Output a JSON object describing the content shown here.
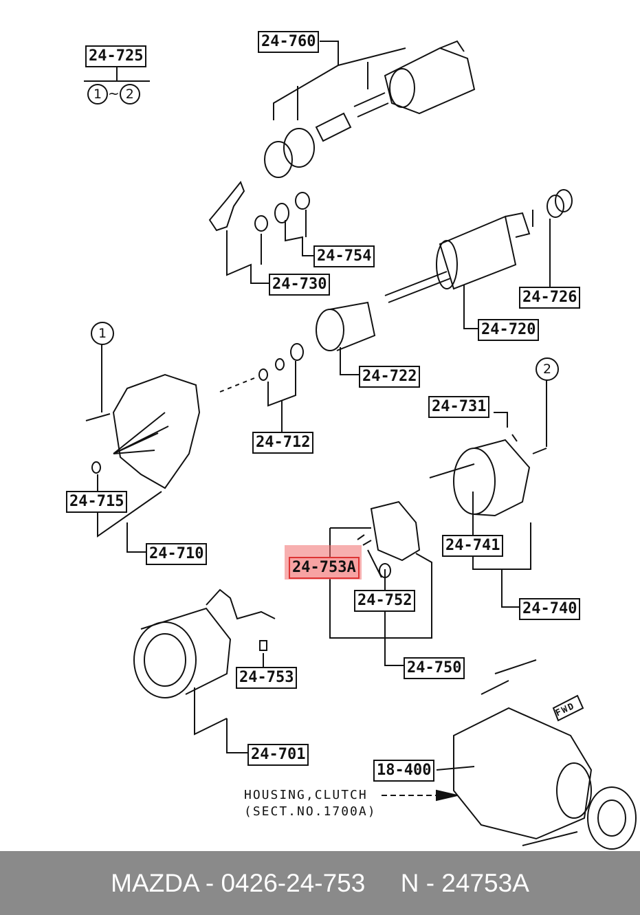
{
  "labels": {
    "l24_725": "24-725",
    "l24_760": "24-760",
    "l24_754": "24-754",
    "l24_730": "24-730",
    "l24_726": "24-726",
    "l24_720": "24-720",
    "l24_722": "24-722",
    "l24_712": "24-712",
    "l24_731": "24-731",
    "l24_715": "24-715",
    "l24_710": "24-710",
    "l24_753a": "24-753A",
    "l24_741": "24-741",
    "l24_752": "24-752",
    "l24_740": "24-740",
    "l24_750": "24-750",
    "l24_753": "24-753",
    "l24_701": "24-701",
    "l18_400": "18-400"
  },
  "callouts": {
    "one": "①",
    "two": "②",
    "c1": "1",
    "c2": "2",
    "tilde": "~"
  },
  "note": {
    "line1": "HOUSING,CLUTCH",
    "line2": "(SECT.NO.1700A)"
  },
  "fwd": "FWD",
  "footer": {
    "text": "MAZDA - 0426-24-753     N - 24753A"
  },
  "colors": {
    "highlight": "#f08080",
    "footer_bg": "#8a8a8a",
    "ink": "#111111"
  }
}
